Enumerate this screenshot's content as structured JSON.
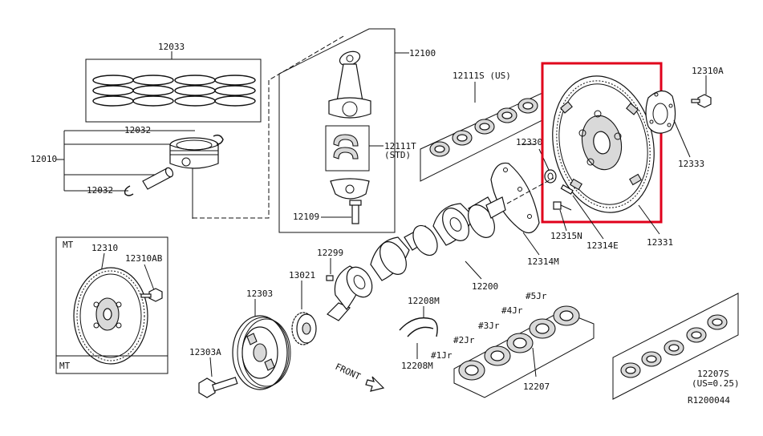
{
  "labels": {
    "piston_rings": "12033",
    "pin_clip_top": "12032",
    "piston": "12010",
    "pin_clip_bottom": "12032",
    "con_rod": "12100",
    "rod_bearing": "12111T",
    "rod_bearing_note": "(STD)",
    "rod_bolt": "12109",
    "main_bearing_upper": "12111S (US)",
    "pilot_converter": "12330",
    "plate": "12333",
    "bolt_top": "12310A",
    "seal_retainer": "12314M",
    "bolt_small": "12315N",
    "bolt_drive": "12314E",
    "drive_plate": "12331",
    "crankshaft": "12200",
    "key": "12299",
    "sprocket": "13021",
    "pulley": "12303",
    "pulley_bolt": "12303A",
    "thrust_upper": "12208M",
    "thrust_lower": "12208M",
    "mt_tag": "MT",
    "flywheel": "12310",
    "flywheel_bolt": "12310AB",
    "main_bearing_set": "12207",
    "main_bearing_us_set": "12207S",
    "us_note": "(US=0.25)",
    "front": "FRONT",
    "journal_1": "#1Jr",
    "journal_2": "#2Jr",
    "journal_3": "#3Jr",
    "journal_4": "#4Jr",
    "journal_5": "#5Jr",
    "ref_code": "R1200044"
  },
  "colors": {
    "line": "#111111",
    "highlight": "#e0001b",
    "background": "#ffffff"
  }
}
